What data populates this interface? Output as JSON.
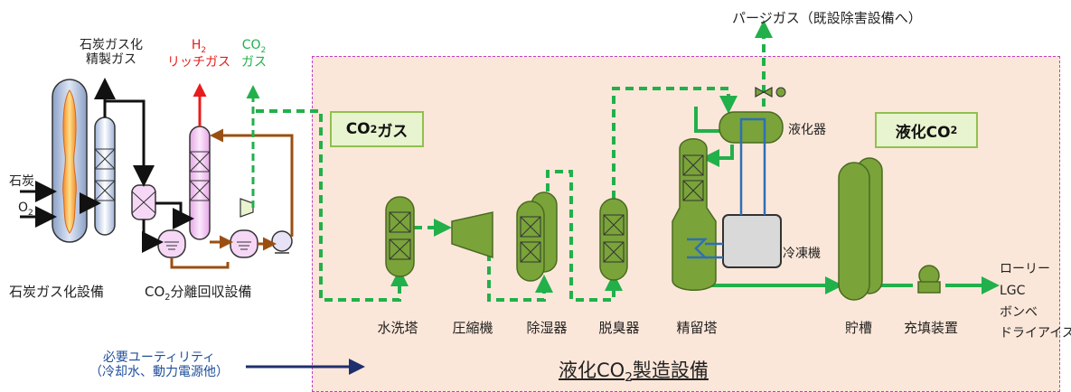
{
  "labels": {
    "purge": "パージガス（既設除害設備へ）",
    "gasified_l1": "石炭ガス化",
    "gasified_l2": "精製ガス",
    "h2_formula": "H",
    "h2_sub": "2",
    "h2_l2": "リッチガス",
    "co2_formula": "CO",
    "co2_sub": "2",
    "co2_l2": "ガス",
    "co2gas_box": "CO",
    "co2gas_box_sub": "2",
    "co2gas_box_tail": "ガス",
    "liq_box": "液化CO",
    "liq_box_sub": "2",
    "coal": "石炭",
    "o2": "O",
    "o2_sub": "2",
    "liquefier": "液化器",
    "refrigerator": "冷凍機",
    "gasification_facility": "石炭ガス化設備",
    "separation_facility_a": "CO",
    "separation_facility_sub": "2",
    "separation_facility_b": "分離回収設備",
    "water_wash": "水洗塔",
    "compressor": "圧縮機",
    "dehumidifier": "除湿器",
    "deodorizer": "脱臭器",
    "distillation": "精留塔",
    "storage": "貯槽",
    "filling": "充填装置",
    "dest_lorry": "ローリー",
    "dest_lgc": "LGC",
    "dest_cylinder": "ボンベ",
    "dest_dryice": "ドライアイス",
    "utility_l1": "必要ユーティリティ",
    "utility_l2": "（冷却水、動力電源他）",
    "facility_a": "液化CO",
    "facility_sub": "2",
    "facility_b": "製造設備"
  },
  "colors": {
    "equipment_green": "#7aa33a",
    "process_green": "#22b04b",
    "h2_red": "#e81c1c",
    "recycle_brown": "#9a4f12",
    "refrigerant_blue": "#2f6fb5",
    "utility_navy": "#1f2f6e",
    "zone_fill": "#fbe7d9"
  }
}
